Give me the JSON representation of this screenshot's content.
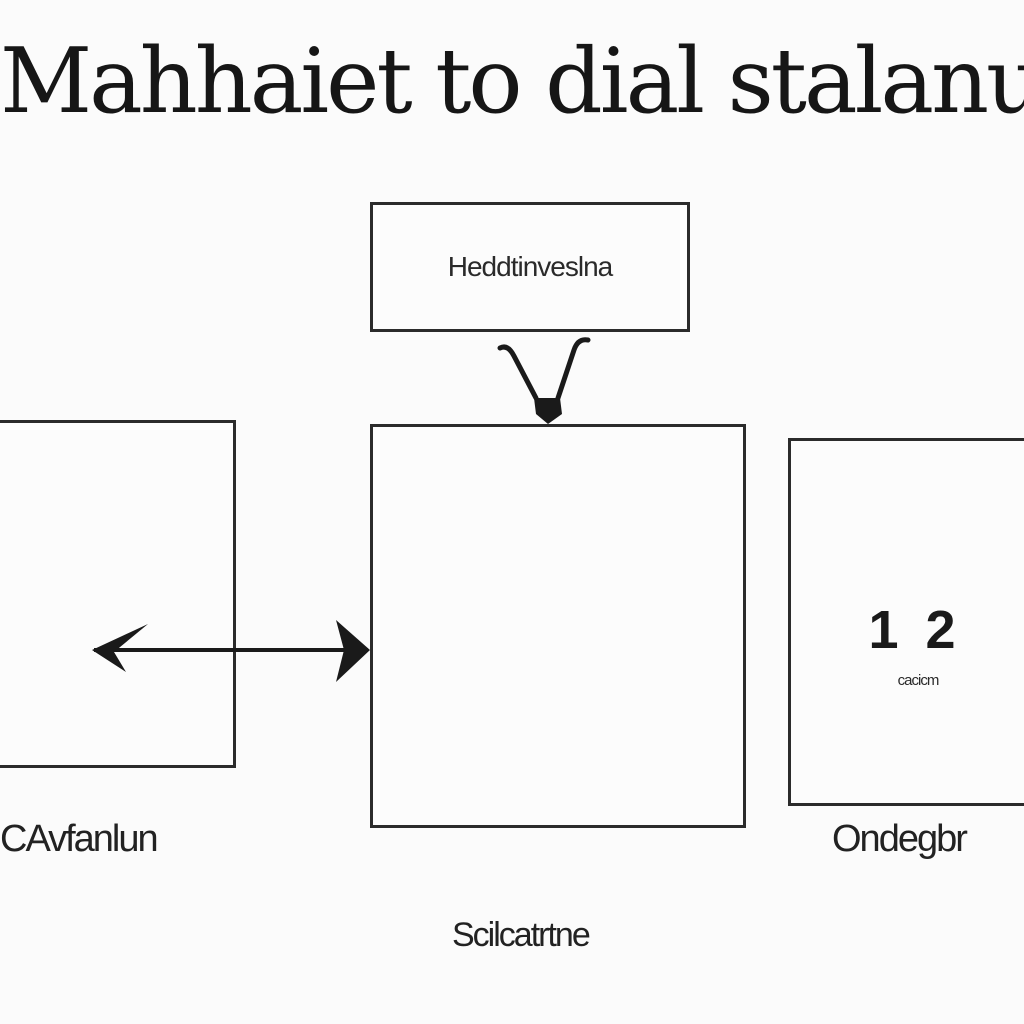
{
  "diagram": {
    "title": "Mahhaiet to dial stalanuda",
    "top_box": {
      "label": "Heddtinveslna"
    },
    "left_box": {
      "caption": "CAvfanlun"
    },
    "center_box": {
      "caption": ""
    },
    "right_box": {
      "number": "1 2",
      "small_label": "cacicm",
      "caption": "Ondegbr"
    },
    "bottom_caption": "Scilcatrtne",
    "colors": {
      "ink": "#1a1a1a",
      "background": "#fbfbfb"
    }
  }
}
